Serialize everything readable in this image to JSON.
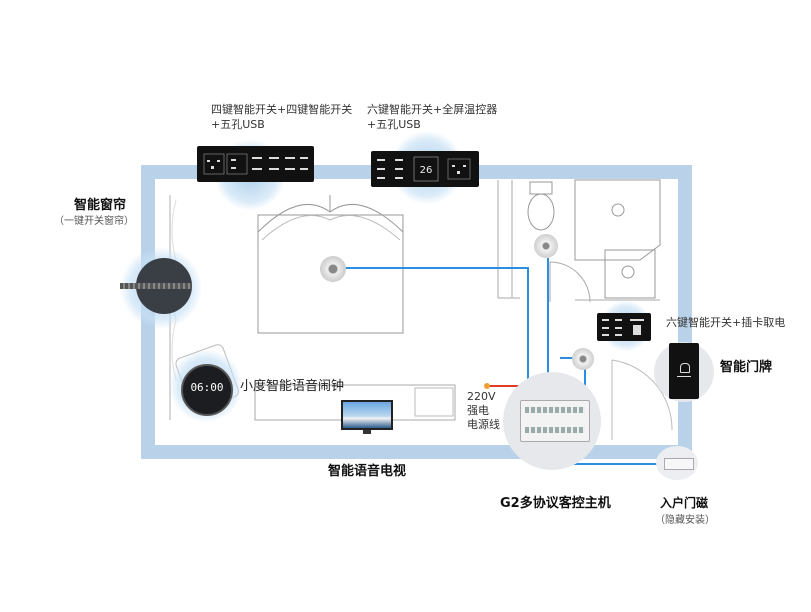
{
  "labels": {
    "switch_left_line1": "四键智能开关+四键智能开关",
    "switch_left_line2": "+五孔USB",
    "switch_right_line1": "六键智能开关+全屏温控器",
    "switch_right_line2": "+五孔USB",
    "curtain_title": "智能窗帘",
    "curtain_sub": "（一键开关窗帘）",
    "clock": "小度智能语音闹钟",
    "clock_time": "06:00",
    "tv": "智能语音电视",
    "power_line1": "220V",
    "power_line2": "强电",
    "power_line3": "电源线",
    "host": "G2多协议客控主机",
    "door_magnet": "入户门磁",
    "door_magnet_sub": "（隐藏安装）",
    "entry_switch": "六键智能开关+插卡取电",
    "doorplate": "智能门牌"
  },
  "colors": {
    "wall": "#b9d2ea",
    "wire_blue": "#2a8fe0",
    "wire_red": "#e03a2a",
    "panel": "#111111"
  }
}
